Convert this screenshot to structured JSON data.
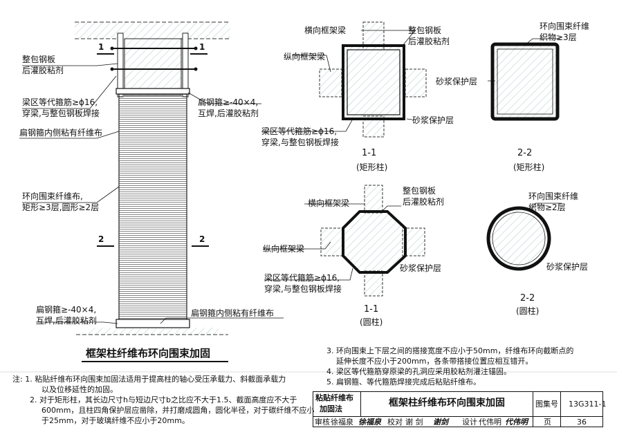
{
  "left": {
    "sec1_left": "1",
    "sec1_right": "1",
    "sec2_left": "2",
    "sec2_right": "2",
    "label_steel_plate": [
      "整包钢板",
      "后灌胶粘剂"
    ],
    "label_stirrup": [
      "梁区等代箍筋≥ϕ16,",
      "穿梁,与整包钢板焊接"
    ],
    "label_flat_hoop_top": [
      "扁钢箍≥-40×4,",
      "互焊,后灌胶粘剂"
    ],
    "label_inner_fiber_top": "扁钢箍内侧粘有纤维布",
    "label_hoop_fiber": [
      "环向围束纤维布,",
      "矩形≥3层,圆形≥2层"
    ],
    "label_flat_hoop_bottom": [
      "扁钢箍≥-40×4,",
      "互焊,后灌胶粘剂"
    ],
    "label_inner_fiber_bottom": "扁钢箍内侧粘有纤维布",
    "title": "框架柱纤维布环向围束加固"
  },
  "rect_sec11": {
    "label_transverse_beam": "横向框架梁",
    "label_steel_plate": [
      "整包钢板",
      "后灌胶粘剂"
    ],
    "label_long_beam": "纵向框架梁",
    "label_mortar": "砂浆保护层",
    "label_stirrup": [
      "梁区等代箍筋≥ϕ16,",
      "穿梁,与整包钢板焊接"
    ],
    "caption": "1-1",
    "subcaption": "(矩形柱)"
  },
  "rect_sec22": {
    "label_fiber": [
      "环向围束纤维",
      "织物≥3层"
    ],
    "label_mortar": "砂浆保护层",
    "caption": "2-2",
    "subcaption": "(矩形柱)"
  },
  "circ_sec11": {
    "label_transverse_beam": "横向框架梁",
    "label_steel_plate": [
      "整包钢板",
      "后灌胶粘剂"
    ],
    "label_long_beam": "纵向框架梁",
    "label_mortar": "砂浆保护层",
    "label_stirrup": [
      "梁区等代箍筋≥ϕ16,",
      "穿梁,与整包钢板焊接"
    ],
    "caption": "1-1",
    "subcaption": "(圆柱)"
  },
  "circ_sec22": {
    "label_fiber": [
      "环向围束纤维",
      "织物≥2层"
    ],
    "label_mortar": "砂浆保护层",
    "caption": "2-2",
    "subcaption": "(圆柱)"
  },
  "notes_left": [
    "注: 1. 粘贴纤维布环向围束加固法适用于提高柱的轴心受压承载力、斜截面承载力",
    "以及位移延性的加固。",
    "2. 对于矩形柱，其长边尺寸h与短边尺寸b之比应不大于1.5、截面高度应不大于",
    "600mm，且柱四角保护层应凿除，并打磨成圆角，圆化半径，对于碳纤维不应小",
    "于25mm，对于玻璃纤维不应小于20mm。"
  ],
  "notes_right": [
    "3. 环向围束上下层之间的搭接宽度不应小于50mm，纤维布环向截断点的",
    "延伸长度不应小于200mm，各条带搭接位置应相互错开。",
    "4. 梁区等代箍筋穿原梁的孔洞应采用胶粘剂灌注锚固。",
    "5. 扁钢箍、等代箍筋焊接完成后粘贴纤维布。"
  ],
  "title_block": {
    "method": [
      "粘贴纤维布",
      "加固法"
    ],
    "title": "框架柱纤维布环向围束加固",
    "atlas_label": "图集号",
    "atlas_no": "13G311-1",
    "review_label": "审核",
    "reviewer": "徐福泉",
    "reviewer_sig": "徐福泉",
    "check_label": "校对",
    "checker": "谢 剑",
    "checker_sig": "谢剑",
    "design_label": "设计",
    "designer": "代伟明",
    "designer_sig": "代伟明",
    "page_label": "页",
    "page_no": "36"
  }
}
